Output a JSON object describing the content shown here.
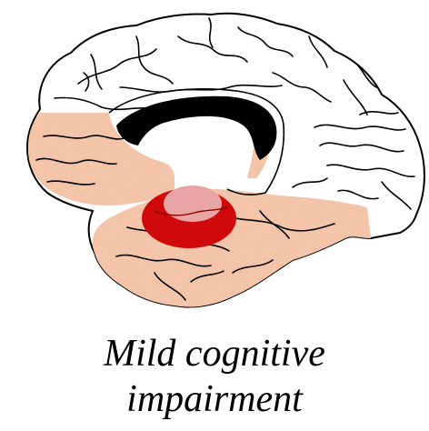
{
  "caption": {
    "line1": "Mild cognitive",
    "line2": "impairment"
  },
  "colors": {
    "outline": "#000000",
    "affected_region": "#f4c6ab",
    "hippocampus": "#d00a0a",
    "hippocampus_highlight": "#e8a3a5",
    "corpus_callosum": "#000000",
    "background": "#ffffff"
  },
  "regions": [
    {
      "name": "frontal-affected-region"
    },
    {
      "name": "temporal-affected-region"
    },
    {
      "name": "hippocampus"
    },
    {
      "name": "corpus-callosum"
    }
  ]
}
